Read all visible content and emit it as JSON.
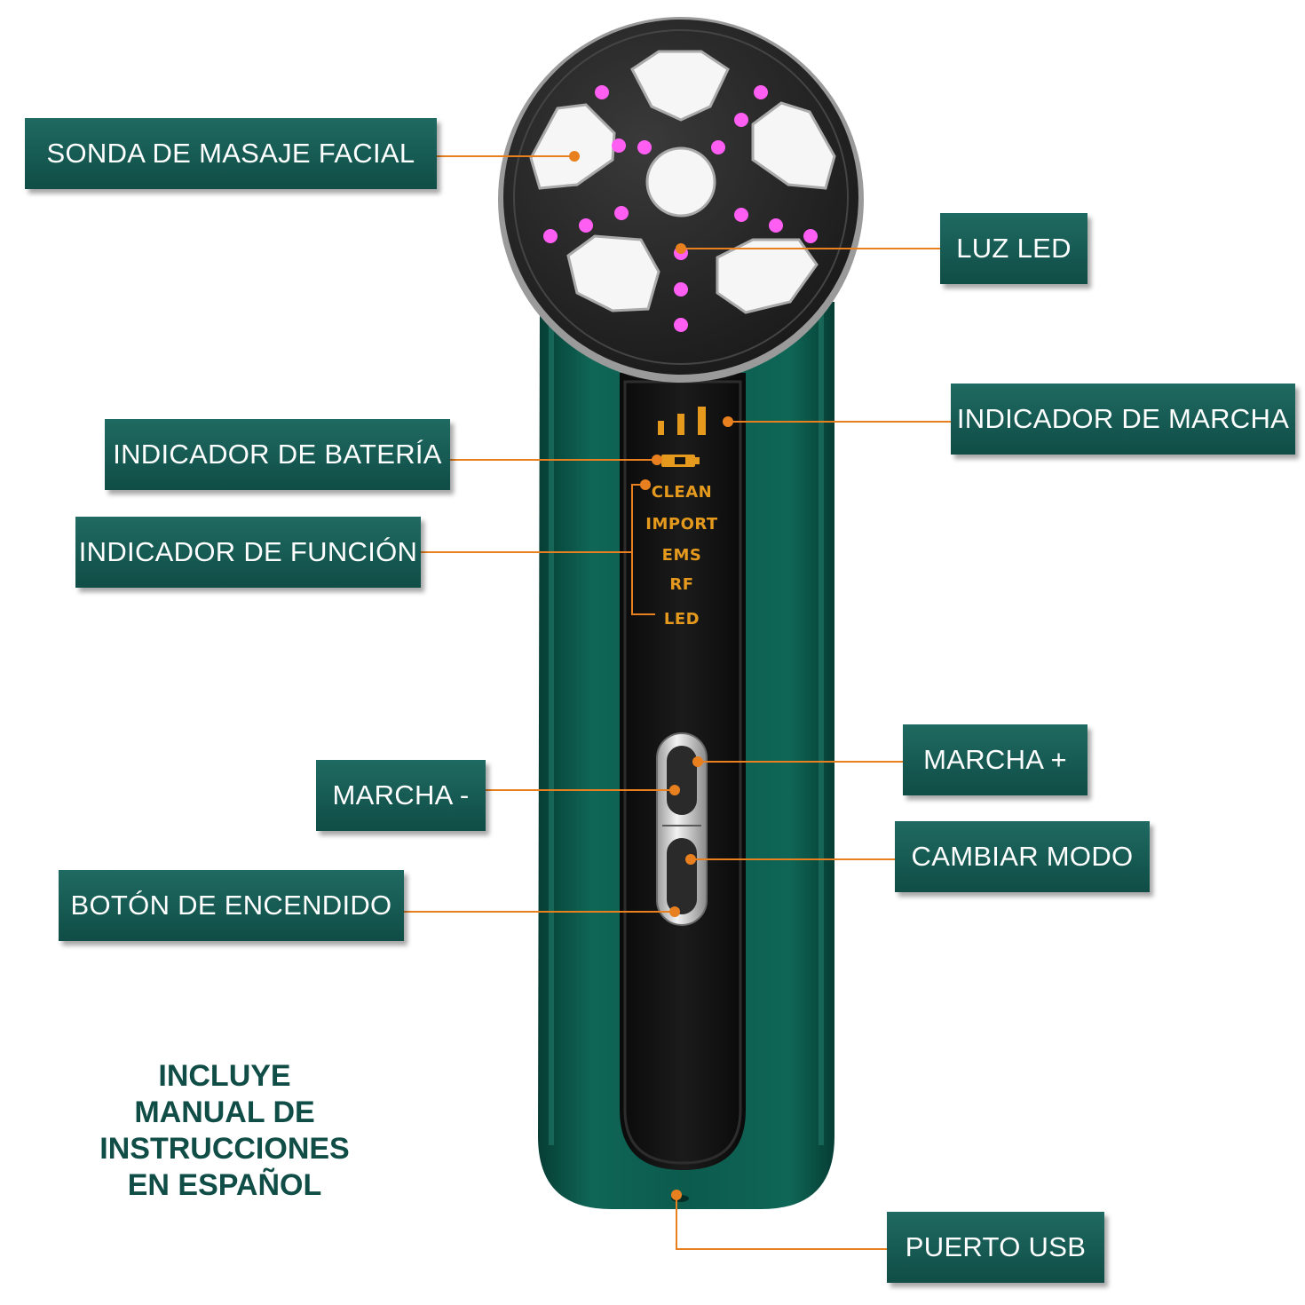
{
  "callouts": {
    "probe": "SONDA DE MASAJE FACIAL",
    "led": "LUZ LED",
    "gear_indicator": "INDICADOR DE MARCHA",
    "battery_indicator": "INDICADOR DE BATERÍA",
    "function_indicator": "INDICADOR DE FUNCIÓN",
    "gear_plus": "MARCHA +",
    "gear_minus": "MARCHA -",
    "change_mode": "CAMBIAR MODO",
    "power_button": "BOTÓN DE ENCENDIDO",
    "usb_port": "PUERTO USB"
  },
  "screen_functions": [
    "CLEAN",
    "IMPORT",
    "EMS",
    "RF",
    "LED"
  ],
  "promo_lines": [
    "INCLUYE",
    "MANUAL DE",
    "INSTRUCCIONES",
    "EN ESPAÑOL"
  ],
  "colors": {
    "label_bg": "#0f4d46",
    "device_green": "#0e5a4d",
    "leader_orange": "#e8801f",
    "led_pink": "#ff5ef2",
    "screen_text": "#e59a1e"
  }
}
